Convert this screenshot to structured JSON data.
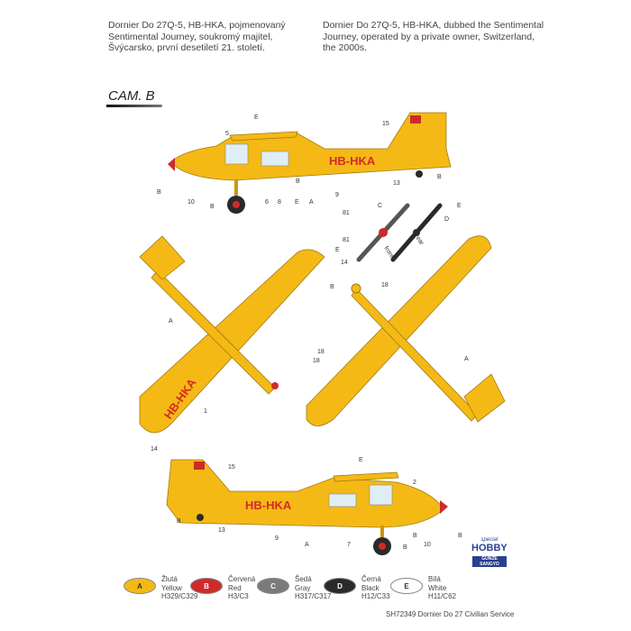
{
  "description_cz": [
    "Dornier Do 27Q-5, HB-HKA, pojmenovaný",
    "Sentimental Journey, soukromý majitel,",
    "Švýcarsko, první desetiletí 21. století."
  ],
  "description_en": [
    "Dornier Do 27Q-5, HB-HKA, dubbed the Sentimental",
    "Journey, operated by a private owner, Switzerland,",
    "the 2000s."
  ],
  "scheme_title": "CAM. B",
  "registration": "HB-HKA",
  "colors": {
    "yellow": "#f5b915",
    "red": "#cf2a2a",
    "gray": "#7a7a7a",
    "black": "#2a2a2a",
    "white": "#ffffff",
    "line": "#5fa8a8"
  },
  "callouts": {
    "side1": [
      "E",
      "5",
      "15",
      "B",
      "13",
      "B",
      "10",
      "B",
      "6",
      "8",
      "E",
      "A",
      "9",
      "B"
    ],
    "prop": [
      "C",
      "81",
      "81",
      "E",
      "front",
      "rear",
      "E",
      "D"
    ],
    "top": [
      "14",
      "A",
      "1",
      "14"
    ],
    "bottom": [
      "B",
      "18",
      "18",
      "A",
      "18"
    ],
    "side2": [
      "E",
      "15",
      "2",
      "B",
      "13",
      "9",
      "A",
      "7",
      "B",
      "10",
      "B",
      "B"
    ]
  },
  "legend": [
    {
      "code": "A",
      "cz": "Žlutá",
      "en": "Yellow",
      "ref": "H329/C329",
      "color": "#f5b915",
      "text": "#333"
    },
    {
      "code": "B",
      "cz": "Červená",
      "en": "Red",
      "ref": "H3/C3",
      "color": "#cf2a2a",
      "text": "#fff"
    },
    {
      "code": "C",
      "cz": "Šedá",
      "en": "Gray",
      "ref": "H317/C317",
      "color": "#7a7a7a",
      "text": "#fff"
    },
    {
      "code": "D",
      "cz": "Černá",
      "en": "Black",
      "ref": "H12/C33",
      "color": "#2a2a2a",
      "text": "#fff"
    },
    {
      "code": "E",
      "cz": "Bílá",
      "en": "White",
      "ref": "H11/C62",
      "color": "#ffffff",
      "text": "#333"
    }
  ],
  "logos": {
    "special": "special",
    "hobby": "HOBBY",
    "gunze": "GUNZE SANGYO"
  },
  "footer": "SH72349 Dornier Do 27 Civilian Service"
}
